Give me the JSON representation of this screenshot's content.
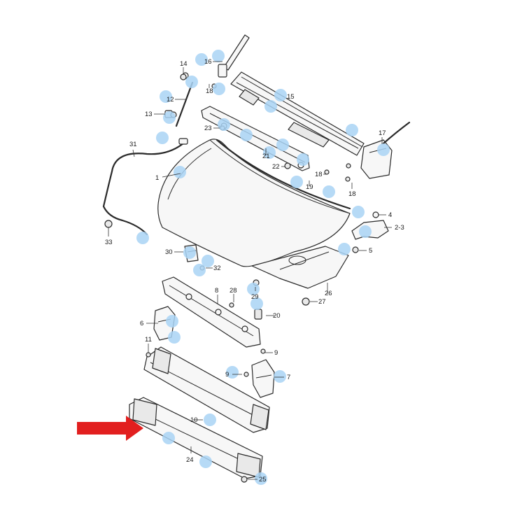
{
  "diagram": {
    "callouts": [
      "1",
      "2-3",
      "4",
      "5",
      "6",
      "7",
      "8",
      "9",
      "9",
      "10",
      "11",
      "12",
      "13",
      "14",
      "15",
      "16",
      "17",
      "18",
      "18",
      "18",
      "19",
      "20",
      "21",
      "22",
      "23",
      "24",
      "25",
      "26",
      "27",
      "28",
      "29",
      "30",
      "31",
      "32",
      "33"
    ],
    "highlight_color": "#a9d4f5",
    "arrow_color": "#e21f1f",
    "arrow_target": "24"
  }
}
